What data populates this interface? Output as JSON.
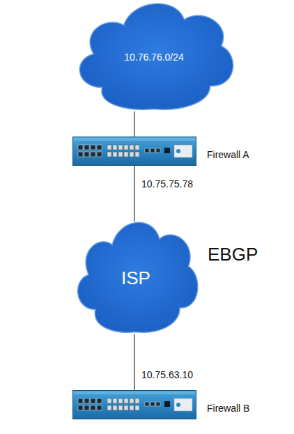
{
  "diagram": {
    "nodes": [
      {
        "text": [
          "10.76.76.0/24"
        ]
      },
      {
        "text": [
          "Firewall A"
        ]
      },
      {
        "text": [
          "ISP"
        ]
      },
      {
        "text": [
          "Firewall B"
        ]
      }
    ],
    "edges": [
      {
        "from": 0,
        "to": 1,
        "arrow": "none"
      },
      {
        "from": 1,
        "to": 2,
        "label": "10.75.75.78",
        "arrow": "none"
      },
      {
        "from": 2,
        "to": 3,
        "label": "10.75.63.10",
        "arrow": "none"
      }
    ],
    "labels": [
      "EBGP"
    ]
  }
}
